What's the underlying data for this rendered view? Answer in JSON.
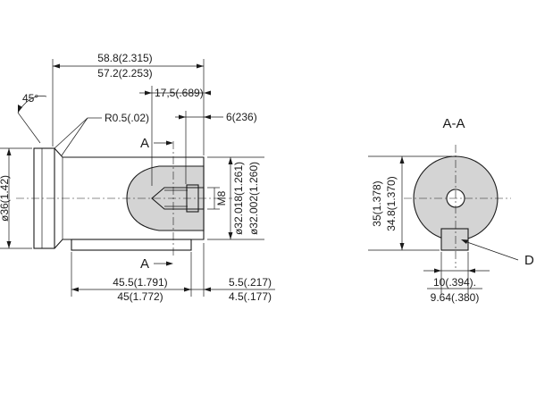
{
  "section_label": "A-A",
  "section_marks": {
    "top": "A",
    "bottom": "A"
  },
  "detail_label": "D",
  "shaft": {
    "overall_length_max": "58.8(2.315)",
    "overall_length_min": "57.2(2.253)",
    "bore_depth": "17,5(.689)",
    "end_offset": "6(236)",
    "chamfer_angle": "45°",
    "fillet_radius": "R0.5(.02)",
    "shoulder_diameter": "ø36(1.42)",
    "thread": "M8",
    "shaft_diameter_max": "ø32.018(1.261)",
    "shaft_diameter_min": "ø32.002(1.260)",
    "shaft_length_max": "45.5(1.791)",
    "shaft_length_min": "45(1.772)",
    "key_setback_max": "5.5(.217)",
    "key_setback_min": "4.5(.177)"
  },
  "section": {
    "key_height_max": "35(1.378)",
    "key_height_min": "34.8(1.370)",
    "key_width_max": "10(.394).",
    "key_width_min": "9.64(.380)"
  }
}
